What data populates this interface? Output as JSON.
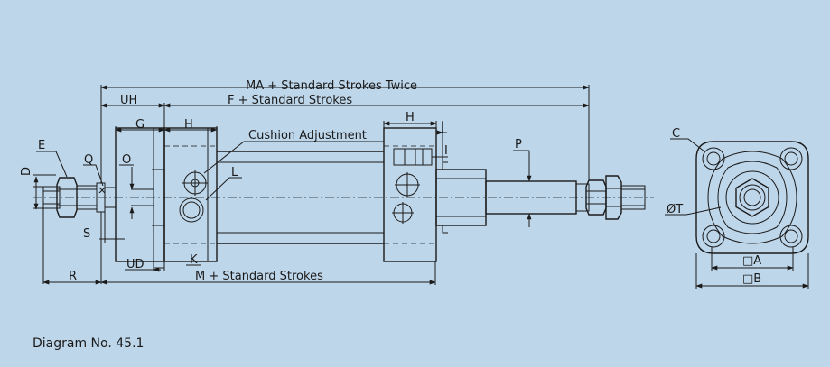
{
  "diagram": {
    "caption": "Diagram No. 45.1",
    "labels": {
      "ma": "MA + Standard Strokes Twice",
      "uh": "UH",
      "f": "F + Standard Strokes",
      "g": "G",
      "h_left": "H",
      "h_right": "H",
      "j": "J",
      "i": "I",
      "cushion": "Cushion Adjustment",
      "e": "E",
      "q": "Q",
      "o": "O",
      "d": "D",
      "s": "S",
      "l": "L",
      "p": "P",
      "ud": "UD",
      "k": "K",
      "r": "R",
      "m": "M + Standard Strokes",
      "c": "C",
      "t": "ØT",
      "a": "□A",
      "b": "□B"
    }
  }
}
